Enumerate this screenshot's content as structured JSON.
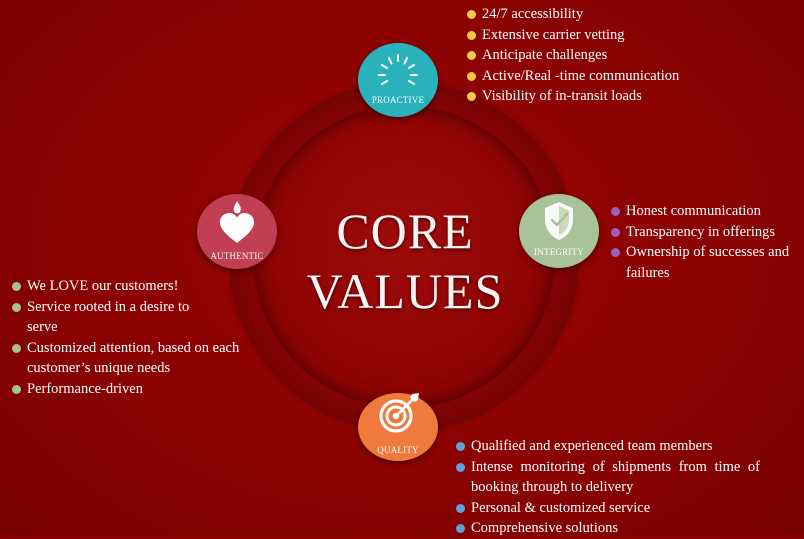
{
  "title": {
    "line1": "CORE",
    "line2": "VALUES"
  },
  "nodes": {
    "proactive": {
      "label": "PROACTIVE",
      "color": "#29b2bb",
      "icon": "sunburst-icon"
    },
    "integrity": {
      "label": "INTEGRITY",
      "color": "#a8c398",
      "icon": "shield-check-icon"
    },
    "authentic": {
      "label": "AUTHENTIC",
      "color": "#c23e52",
      "icon": "heart-flame-icon"
    },
    "quality": {
      "label": "QUALITY",
      "color": "#f07a3b",
      "icon": "target-arrow-icon"
    }
  },
  "lists": {
    "proactive": {
      "bullet_color": "#f3c74a",
      "items": [
        "24/7 accessibility",
        "Extensive carrier vetting",
        "Anticipate challenges",
        "Active/Real -time communication",
        "Visibility of in-transit loads"
      ]
    },
    "integrity": {
      "bullet_color": "#9b5fb8",
      "items": [
        "Honest communication",
        "Transparency in offerings",
        "Ownership of successes and failures"
      ]
    },
    "authentic": {
      "bullet_color": "#a6c08f",
      "items": [
        "We LOVE our customers!",
        "Service rooted in a desire to serve",
        "Customized attention, based on each customer’s unique needs",
        "Performance-driven"
      ]
    },
    "quality": {
      "bullet_color": "#5fa0d8",
      "items": [
        "Qualified and experienced team members",
        "Intense monitoring of shipments from time of booking through to delivery",
        "Personal & customized service",
        "Comprehensive solutions"
      ]
    }
  }
}
